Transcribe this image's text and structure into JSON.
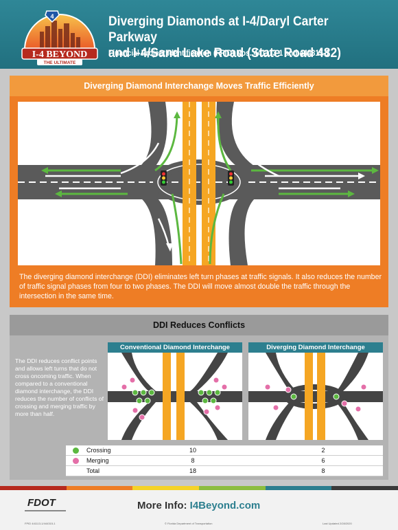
{
  "header": {
    "logo_shield_number": "4",
    "logo_text": "I-4 BEYOND",
    "logo_subtext": "THE ULTIMATE",
    "title_line1": "Diverging Diamonds at I-4/Daryl Carter Parkway",
    "title_line2": "and I-4/Sand Lake Road (State Road 482)",
    "subtitle": "Financial Project Identification (FPID) Nos. 441113-1 and 444315-1"
  },
  "section1": {
    "heading": "Diverging Diamond Interchange Moves Traffic Efficiently",
    "body": "The diverging diamond interchange (DDI) eliminates left turn phases at traffic signals. It also reduces the number of traffic signal phases from four to two phases. The DDI will move almost double the traffic through the intersection in the same time."
  },
  "section2": {
    "heading": "DDI Reduces Conflicts",
    "body": "The DDI reduces conflict points and allows left turns that do not cross oncoming traffic. When compared to a conventional diamond interchange, the DDI reduces the number of conflicts of crossing and merging traffic by more than half.",
    "panel_left_title": "Conventional Diamond Interchange",
    "panel_right_title": "Diverging Diamond Interchange",
    "table": [
      {
        "label": "Crossing",
        "conventional": "10",
        "ddi": "2",
        "color": "#5cb840"
      },
      {
        "label": "Merging",
        "conventional": "8",
        "ddi": "6",
        "color": "#e46fa8"
      },
      {
        "label": "Total",
        "conventional": "18",
        "ddi": "8",
        "color": ""
      }
    ]
  },
  "footer": {
    "fdot": "FDOT",
    "more_label": "More Info:",
    "more_link": "I4Beyond.com",
    "fine_left": "FPID 441113-1/444315-1",
    "fine_center": "© Florida Department of Transportation",
    "fine_right": "Last Updated 2/28/2020"
  },
  "colors": {
    "teal": "#21707f",
    "orange": "#ee7d25",
    "road_yellow": "#f5a623",
    "arrow_green": "#5cb840",
    "conflict_pink": "#e46fa8"
  }
}
